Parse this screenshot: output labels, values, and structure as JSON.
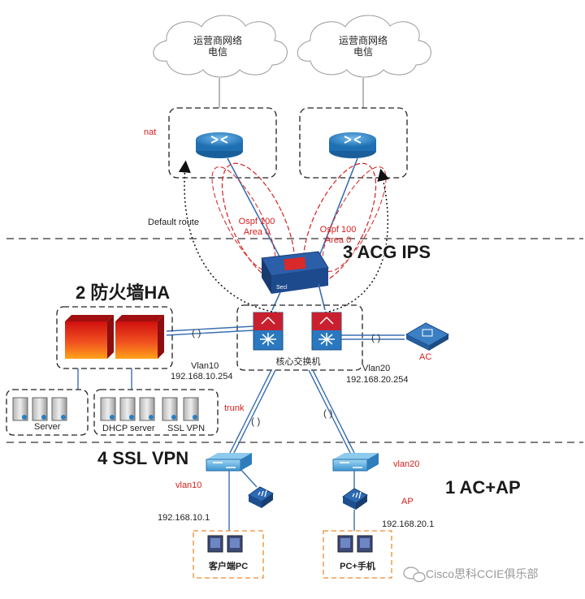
{
  "clouds": [
    {
      "line1": "运营商网络",
      "line2": "电信"
    },
    {
      "line1": "运营商网络",
      "line2": "电信"
    }
  ],
  "labels": {
    "nat": "nat",
    "default_route": "Default route",
    "ospf_left_1": "Ospf 100",
    "ospf_left_2": "Area 0",
    "ospf_right_1": "Ospf 100",
    "ospf_right_2": "Area 0",
    "core_switch": "核心交换机",
    "vlan10_left": "Vlan10",
    "ip_vlan10_gw": "192.168.10.254",
    "vlan20_right": "Vlan20",
    "ip_vlan20_gw": "192.168.20.254",
    "ac": "AC",
    "trunk": "trunk",
    "server": "Server",
    "dhcp_server": "DHCP server",
    "ssl_vpn": "SSL VPN",
    "vlan10_access": "vlan10",
    "vlan20_access": "vlan20",
    "ap": "AP",
    "ip_pc1": "192.168.10.1",
    "ip_pc2": "192.168.20.1",
    "client_pc": "客户端PC",
    "pc_phone": "PC+手机",
    "device_sec": "Secl"
  },
  "titles": {
    "ac_ap": "1 AC+AP",
    "firewall_ha": "2 防火墙HA",
    "acg_ips": "3 ACG IPS",
    "ssl_vpn": "4 SSL VPN"
  },
  "watermark": "Cisco思科CCIE俱乐部",
  "colors": {
    "device_blue": "#2a7fc2",
    "label_red": "#d42020",
    "line_blue": "#3a6fb0",
    "dash_gray": "#444444",
    "orange_box": "#f08a30"
  }
}
